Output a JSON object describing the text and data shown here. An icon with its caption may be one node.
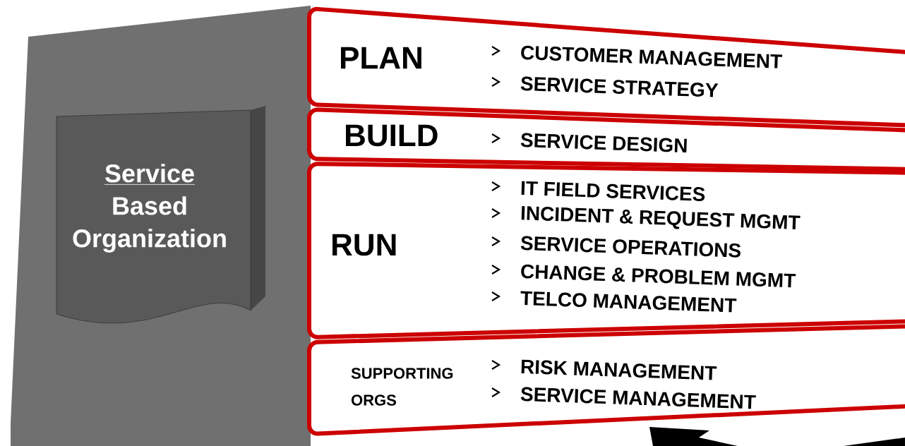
{
  "diagram": {
    "nodes": [
      {
        "text": [
          "Service",
          "Based Organization"
        ]
      },
      {
        "text": [
          "PLAN",
          "CUSTOMER MANAGEMENT",
          "SERVICE STRATEGY"
        ]
      },
      {
        "text": [
          "BUILD",
          "SERVICE DESIGN"
        ]
      },
      {
        "text": [
          "RUN",
          "IT FIELD SERVICES",
          "INCIDENT & REQUEST MGMT",
          "SERVICE OPERATIONS",
          "CHANGE & PROBLEM MGMT",
          "TELCO MANAGEMENT"
        ]
      },
      {
        "text": [
          "SUPPORTING ORGS",
          "RISK MANAGEMENT",
          "SERVICE MANAGEMENT"
        ]
      }
    ]
  }
}
